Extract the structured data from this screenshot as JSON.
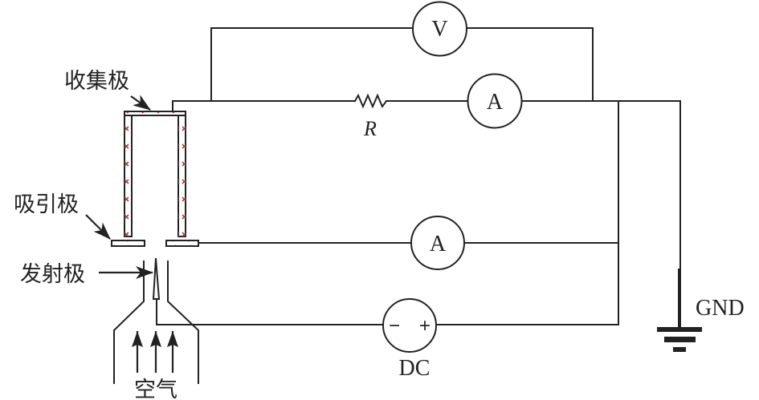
{
  "diagram": {
    "labels": {
      "collector": "收集极",
      "attractor": "吸引极",
      "emitter": "发射极",
      "air": "空气",
      "resistor": "R",
      "voltmeter": "V",
      "ammeter_top": "A",
      "ammeter_middle": "A",
      "dc_source": "DC",
      "dc_minus": "−",
      "dc_plus": "+",
      "ground": "GND"
    },
    "components": [
      {
        "id": "voltmeter",
        "type": "voltmeter",
        "symbol": "V"
      },
      {
        "id": "ammeter-top",
        "type": "ammeter",
        "symbol": "A"
      },
      {
        "id": "resistor",
        "type": "resistor",
        "symbol": "R"
      },
      {
        "id": "ammeter-middle",
        "type": "ammeter",
        "symbol": "A"
      },
      {
        "id": "dc-source",
        "type": "dc-source",
        "symbol": "DC"
      },
      {
        "id": "ground",
        "type": "ground",
        "symbol": "GND"
      },
      {
        "id": "collector-electrode",
        "type": "electrode",
        "label": "收集极"
      },
      {
        "id": "attractor-electrode",
        "type": "electrode",
        "label": "吸引极"
      },
      {
        "id": "emitter-electrode",
        "type": "electrode",
        "label": "发射极"
      }
    ],
    "colors": {
      "line": "#222222",
      "electrode_mark": "#a04848",
      "background": "#ffffff"
    }
  }
}
